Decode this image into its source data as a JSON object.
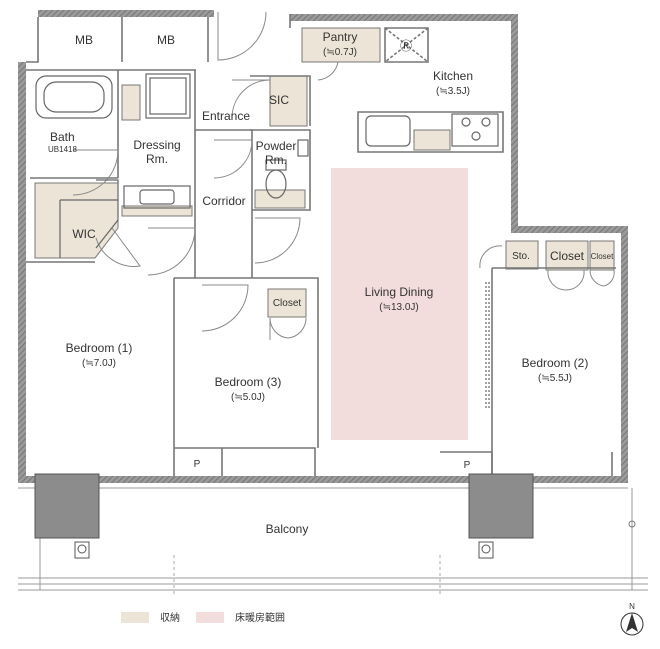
{
  "rooms": {
    "mb1": "MB",
    "mb2": "MB",
    "pantry": "Pantry",
    "pantry_size": "(≒0.7J)",
    "refrigerator": "Ⓡ",
    "kitchen": "Kitchen",
    "kitchen_size": "(≒3.5J)",
    "entrance": "Entrance",
    "sic": "SIC",
    "bath": "Bath",
    "bath_model": "UB1418",
    "dressing": "Dressing",
    "dressing_suffix": "Rm.",
    "powder": "Powder",
    "powder_suffix": "Rm.",
    "corridor": "Corridor",
    "wic": "WIC",
    "sto": "Sto.",
    "closet_bed2_a": "Closet",
    "closet_bed2_b": "Closet",
    "closet_bed3": "Closet",
    "living_dining": "Living Dining",
    "living_dining_size": "(≒13.0J)",
    "bedroom1": "Bedroom (1)",
    "bedroom1_size": "(≒7.0J)",
    "bedroom2": "Bedroom (2)",
    "bedroom2_size": "(≒5.5J)",
    "bedroom3": "Bedroom (3)",
    "bedroom3_size": "(≒5.0J)",
    "pipe_space_1": "P",
    "pipe_space_2": "P",
    "balcony": "Balcony"
  },
  "legend": {
    "storage_label": "収納",
    "floor_heating_label": "床暖房範囲",
    "storage_color": "#ece4d6",
    "floor_heating_color": "#f3dcdc"
  },
  "compass": {
    "north_label": "N"
  },
  "colors": {
    "wall": "#8a8a8a",
    "storage": "#ece4d6",
    "floor_heating": "#f3dcdc",
    "outdoor_unit": "#8c8c8c"
  }
}
